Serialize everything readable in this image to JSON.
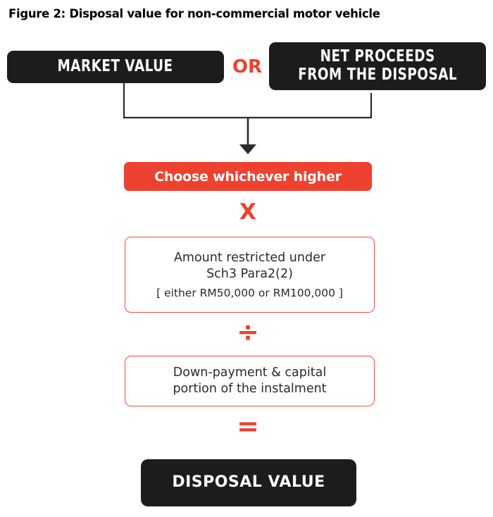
{
  "figure": {
    "title": "Figure 2: Disposal value for non-commercial motor vehicle"
  },
  "colors": {
    "accent_red": "#ee4130",
    "outline_red": "#f4503a",
    "box_black": "#1c1c1c",
    "text_white": "#ffffff",
    "body_text": "#2b2b2b",
    "connector_line": "#2b2b2b"
  },
  "flow": {
    "top_inputs": {
      "left_box_label": "MARKET VALUE",
      "conjunction": "OR",
      "right_box_label": "NET PROCEEDS\nFROM THE DISPOSAL"
    },
    "selector_box_label": "Choose whichever higher",
    "operator_multiply": "X",
    "restricted_amount_box": {
      "main_text": "Amount restricted under\nSch3 Para2(2)",
      "sub_text": "[ either RM50,000 or RM100,000 ]"
    },
    "operator_divide": "÷",
    "denominator_box": {
      "main_text": "Down-payment & capital\nportion of the instalment"
    },
    "operator_equals": "=",
    "result_box_label": "DISPOSAL VALUE"
  }
}
